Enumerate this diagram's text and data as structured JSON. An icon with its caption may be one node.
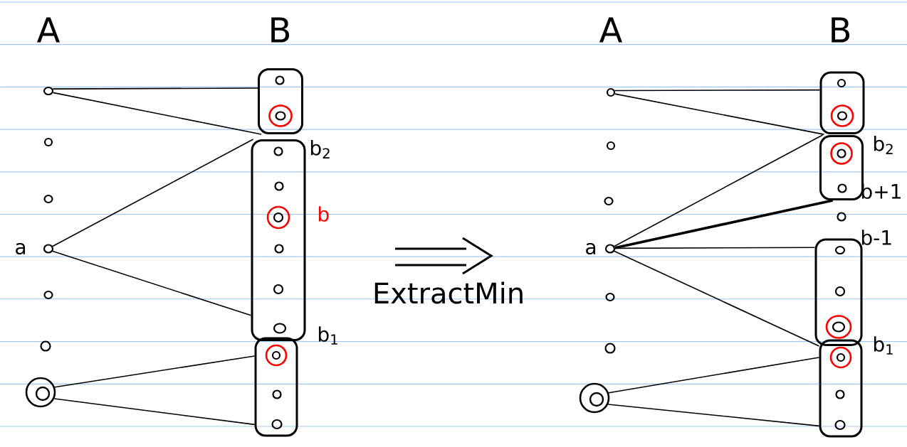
{
  "diagram": {
    "nodes": [
      {
        "text": [],
        "shape": "box"
      },
      {
        "text": [],
        "shape": "circle",
        "in": 0
      },
      {
        "text": [],
        "shape": "circle",
        "in": 0
      },
      {
        "text": [],
        "shape": "circle",
        "in": 2
      },
      {
        "text": [],
        "shape": "box"
      },
      {
        "text": [],
        "shape": "circle",
        "in": 4,
        "beside": [
          "b$_{2}$"
        ]
      },
      {
        "text": [],
        "shape": "circle",
        "in": 4
      },
      {
        "text": [],
        "shape": "circle",
        "in": 4,
        "beside": [
          "b"
        ]
      },
      {
        "text": [],
        "shape": "circle",
        "in": 7
      },
      {
        "text": [],
        "shape": "circle",
        "in": 4
      },
      {
        "text": [],
        "shape": "circle",
        "in": 4
      },
      {
        "text": [],
        "shape": "circle",
        "in": 4,
        "beside": [
          "b$_{1}$"
        ]
      },
      {
        "text": [],
        "shape": "box"
      },
      {
        "text": [],
        "shape": "circle",
        "in": 12
      },
      {
        "text": [],
        "shape": "circle",
        "in": 13
      },
      {
        "text": [],
        "shape": "circle",
        "in": 12
      },
      {
        "text": [],
        "shape": "circle",
        "in": 12
      },
      {
        "text": [],
        "shape": "circle"
      },
      {
        "text": [],
        "shape": "circle"
      },
      {
        "text": [],
        "shape": "circle"
      },
      {
        "text": [],
        "shape": "circle",
        "beside": [
          "a"
        ]
      },
      {
        "text": [],
        "shape": "circle"
      },
      {
        "text": [],
        "shape": "circle"
      },
      {
        "text": [],
        "shape": "circle"
      },
      {
        "text": [],
        "shape": "circle"
      },
      {
        "text": [],
        "shape": "circle"
      },
      {
        "text": [],
        "shape": "circle"
      },
      {
        "text": [],
        "shape": "circle",
        "beside": [
          "a"
        ]
      },
      {
        "text": [],
        "shape": "circle"
      },
      {
        "text": [],
        "shape": "circle"
      },
      {
        "text": [],
        "shape": "circle"
      },
      {
        "text": [],
        "shape": "box"
      },
      {
        "text": [],
        "shape": "circle",
        "in": 31
      },
      {
        "text": [],
        "shape": "circle",
        "in": 31
      },
      {
        "text": [],
        "shape": "circle",
        "in": 33
      },
      {
        "text": [],
        "shape": "box"
      },
      {
        "text": [],
        "shape": "circle",
        "in": 35,
        "beside": [
          "b$_{2}$"
        ]
      },
      {
        "text": [],
        "shape": "circle",
        "in": 36
      },
      {
        "text": [],
        "shape": "circle",
        "in": 35,
        "beside": [
          "b+1"
        ]
      },
      {
        "text": [],
        "shape": "circle"
      },
      {
        "text": [],
        "shape": "box"
      },
      {
        "text": [],
        "shape": "circle",
        "in": 40,
        "beside": [
          "b-1"
        ]
      },
      {
        "text": [],
        "shape": "circle",
        "in": 40
      },
      {
        "text": [],
        "shape": "circle",
        "in": 40,
        "beside": [
          "b$_{1}$"
        ]
      },
      {
        "text": [],
        "shape": "circle",
        "in": 43
      },
      {
        "text": [],
        "shape": "box"
      },
      {
        "text": [],
        "shape": "circle",
        "in": 45
      },
      {
        "text": [],
        "shape": "circle",
        "in": 46
      },
      {
        "text": [],
        "shape": "circle",
        "in": 45
      },
      {
        "text": [],
        "shape": "circle",
        "in": 45
      }
    ],
    "edges": [
      {
        "from": 17,
        "to": 0,
        "arrow": "none"
      },
      {
        "from": 17,
        "to": 0,
        "arrow": "none"
      },
      {
        "from": 20,
        "to": 4,
        "arrow": "none"
      },
      {
        "from": 20,
        "to": 4,
        "arrow": "none"
      },
      {
        "from": 23,
        "to": 12,
        "arrow": "none"
      },
      {
        "from": 23,
        "to": 12,
        "arrow": "none"
      },
      {
        "from": 24,
        "to": 31,
        "arrow": "none"
      },
      {
        "from": 24,
        "to": 31,
        "arrow": "none"
      },
      {
        "from": 27,
        "to": 35,
        "arrow": "none"
      },
      {
        "from": 27,
        "to": 35,
        "arrow": "none",
        "style": "thick"
      },
      {
        "from": 27,
        "to": 40,
        "arrow": "none"
      },
      {
        "from": 27,
        "to": 40,
        "arrow": "none"
      },
      {
        "from": 30,
        "to": 45,
        "arrow": "none"
      },
      {
        "from": 30,
        "to": 45,
        "arrow": "none"
      }
    ],
    "labels": [
      "A",
      "B",
      "A",
      "B",
      "ExtractMin"
    ]
  }
}
